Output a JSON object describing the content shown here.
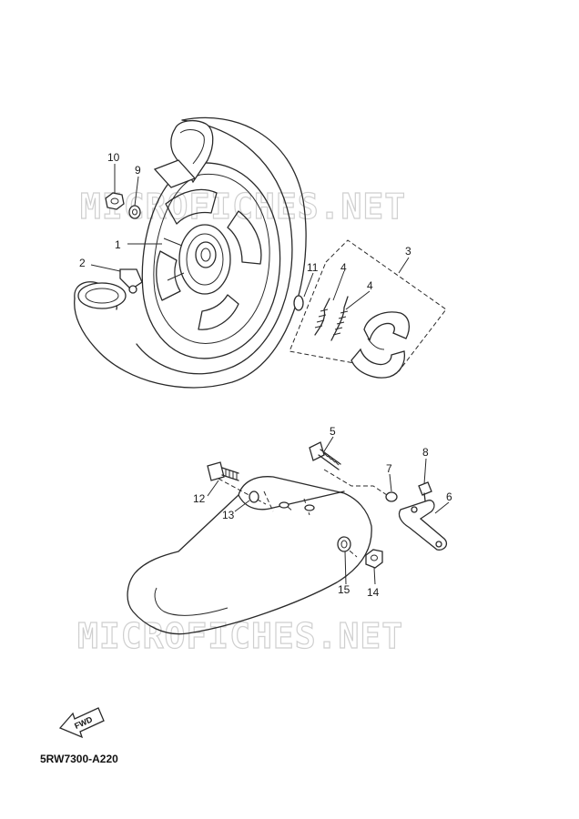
{
  "diagram": {
    "part_code": "5RW7300-A220",
    "watermark": "MICROFICHES.NET",
    "fwd_label": "FWD",
    "callouts": [
      "1",
      "2",
      "3",
      "4",
      "4",
      "5",
      "6",
      "7",
      "8",
      "9",
      "10",
      "11",
      "12",
      "13",
      "14",
      "15"
    ]
  }
}
